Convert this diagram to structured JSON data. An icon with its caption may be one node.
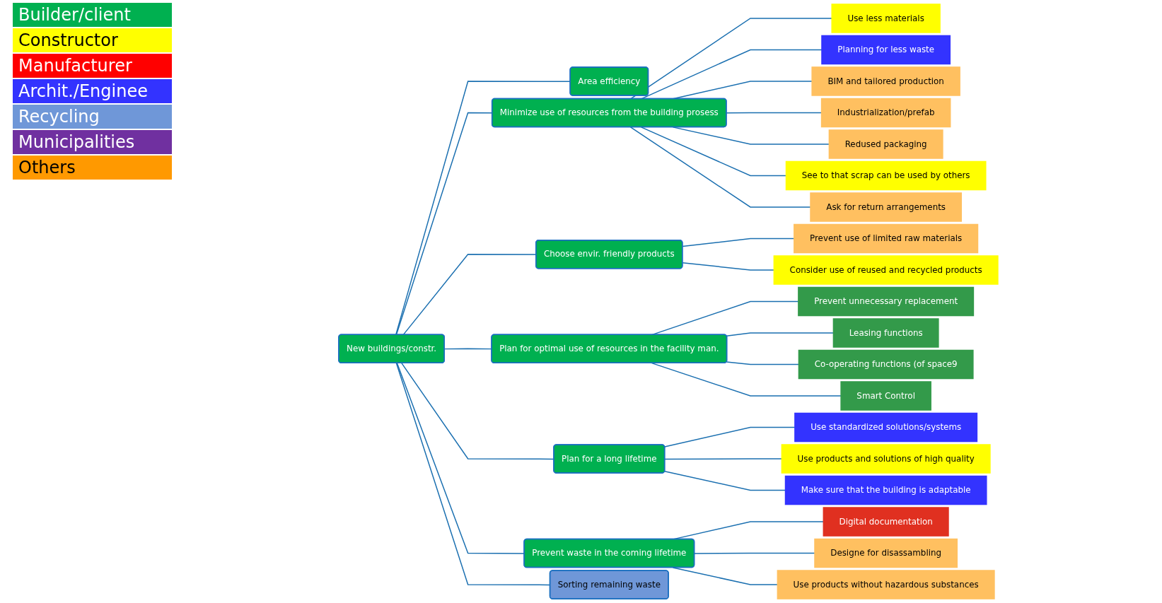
{
  "diagram": {
    "nodes": [
      {
        "text": [
          "New buildings/constr."
        ]
      },
      {
        "text": [
          "Area efficiency"
        ]
      },
      {
        "text": [
          "Minimize use of resources from the building prosess"
        ]
      },
      {
        "text": [
          "Choose envir. friendly products"
        ]
      },
      {
        "text": [
          "Plan for optimal use of resources in the facility man."
        ]
      },
      {
        "text": [
          "Plan for a long lifetime"
        ]
      },
      {
        "text": [
          "Prevent waste in the coming lifetime"
        ]
      },
      {
        "text": [
          "Sorting remaining waste"
        ]
      },
      {
        "text": [
          "Use less materials"
        ]
      },
      {
        "text": [
          "Planning for less waste"
        ]
      },
      {
        "text": [
          "BIM and tailored production"
        ]
      },
      {
        "text": [
          "Industrialization/prefab"
        ]
      },
      {
        "text": [
          "Redused packaging"
        ]
      },
      {
        "text": [
          "See to that scrap can be used by others"
        ]
      },
      {
        "text": [
          "Ask for return arrangements"
        ]
      },
      {
        "text": [
          "Prevent use of limited raw materials"
        ]
      },
      {
        "text": [
          "Consider use of reused and recycled products"
        ]
      },
      {
        "text": [
          "Prevent unnecessary replacement"
        ]
      },
      {
        "text": [
          "Leasing functions"
        ]
      },
      {
        "text": [
          "Co-operating functions (of space9"
        ]
      },
      {
        "text": [
          "Smart Control"
        ]
      },
      {
        "text": [
          "Use standardized solutions/systems"
        ]
      },
      {
        "text": [
          "Use products and solutions of high quality"
        ]
      },
      {
        "text": [
          "Make sure that the building is adaptable"
        ]
      },
      {
        "text": [
          "Digital documentation"
        ]
      },
      {
        "text": [
          "Designe for disassambling"
        ]
      },
      {
        "text": [
          "Use products without hazardous substances"
        ]
      }
    ],
    "edges": [
      {
        "from": 0,
        "to": 1,
        "arrow": "none"
      },
      {
        "from": 0,
        "to": 2,
        "arrow": "none"
      },
      {
        "from": 0,
        "to": 3,
        "arrow": "none"
      },
      {
        "from": 0,
        "to": 4,
        "arrow": "none"
      },
      {
        "from": 0,
        "to": 5,
        "arrow": "none"
      },
      {
        "from": 0,
        "to": 6,
        "arrow": "none"
      },
      {
        "from": 0,
        "to": 7,
        "arrow": "none"
      },
      {
        "from": 2,
        "to": 8,
        "arrow": "none"
      },
      {
        "from": 2,
        "to": 9,
        "arrow": "none"
      },
      {
        "from": 2,
        "to": 10,
        "arrow": "none"
      },
      {
        "from": 2,
        "to": 11,
        "arrow": "none"
      },
      {
        "from": 2,
        "to": 12,
        "arrow": "none"
      },
      {
        "from": 2,
        "to": 13,
        "arrow": "none"
      },
      {
        "from": 2,
        "to": 14,
        "arrow": "none"
      },
      {
        "from": 3,
        "to": 15,
        "arrow": "none"
      },
      {
        "from": 3,
        "to": 16,
        "arrow": "none"
      },
      {
        "from": 4,
        "to": 17,
        "arrow": "none"
      },
      {
        "from": 4,
        "to": 18,
        "arrow": "none"
      },
      {
        "from": 4,
        "to": 19,
        "arrow": "none"
      },
      {
        "from": 4,
        "to": 20,
        "arrow": "none"
      },
      {
        "from": 5,
        "to": 21,
        "arrow": "none"
      },
      {
        "from": 5,
        "to": 22,
        "arrow": "none"
      },
      {
        "from": 5,
        "to": 23,
        "arrow": "none"
      },
      {
        "from": 6,
        "to": 24,
        "arrow": "none"
      },
      {
        "from": 6,
        "to": 25,
        "arrow": "none"
      },
      {
        "from": 6,
        "to": 26,
        "arrow": "none"
      }
    ],
    "legend": [
      {
        "text": "Builder/client",
        "color": "#00b050"
      },
      {
        "text": "Constructor",
        "color": "#ffff00"
      },
      {
        "text": "Manufacturer",
        "color": "#ff0000"
      },
      {
        "text": "Archit./Enginee",
        "color": "#3333ff"
      },
      {
        "text": "Recycling",
        "color": "#6f97d8"
      },
      {
        "text": "Municipalities",
        "color": "#7030a0"
      },
      {
        "text": "Others",
        "color": "#ff9900"
      }
    ]
  }
}
